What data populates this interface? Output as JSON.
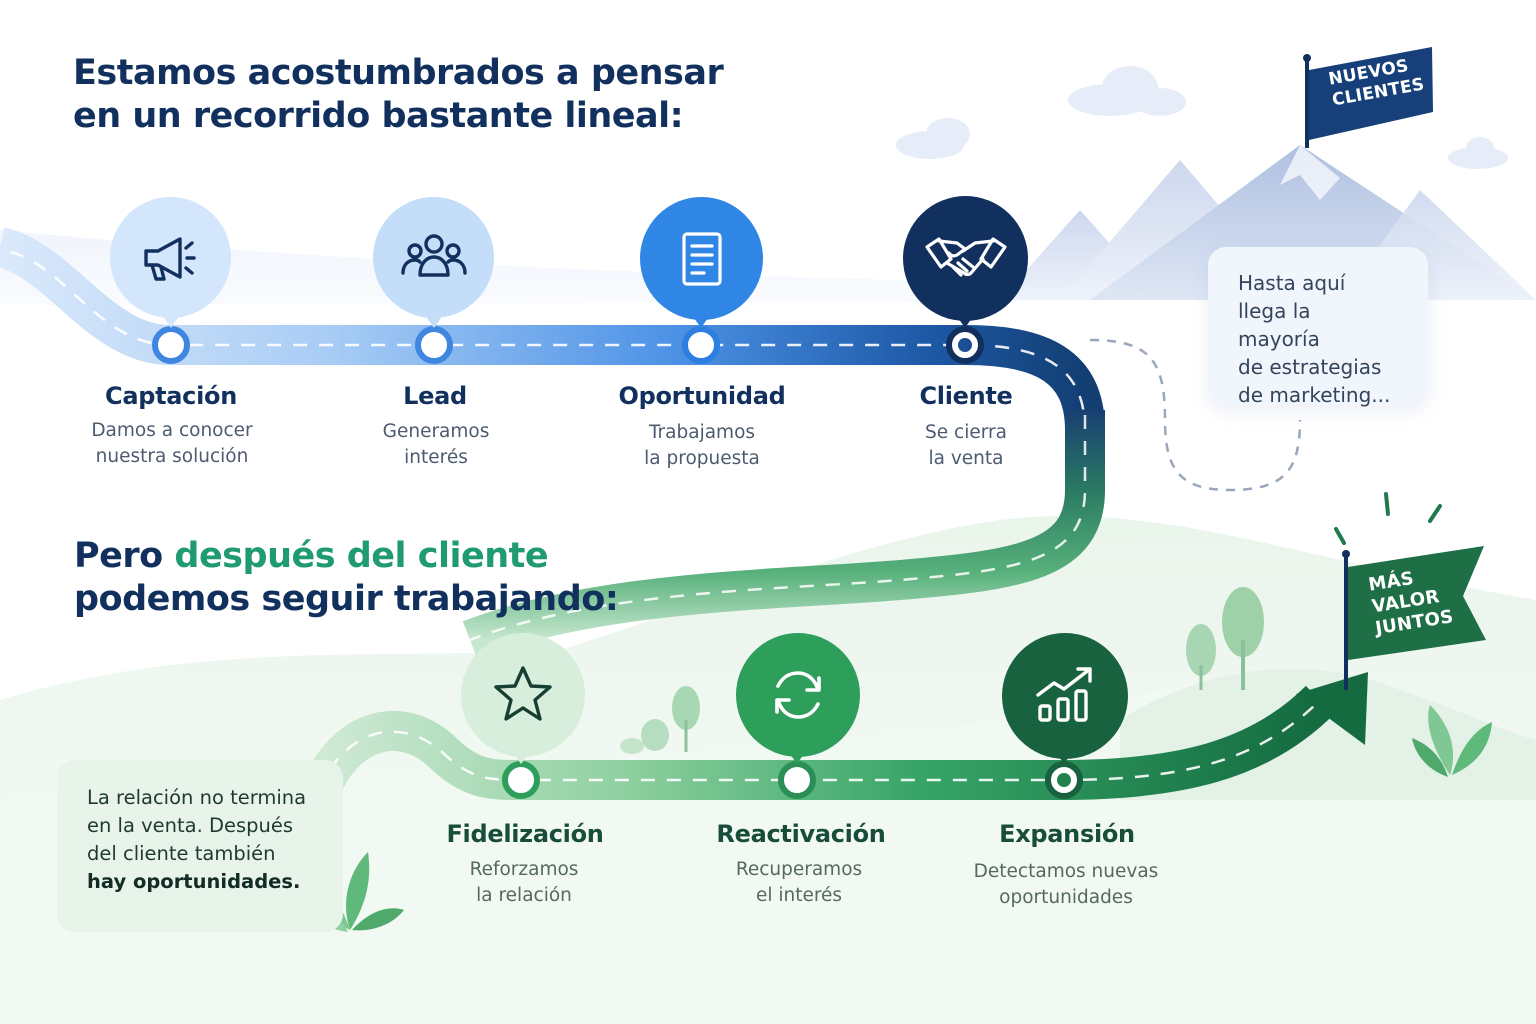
{
  "headlines": {
    "top_line1": "Estamos acostumbrados a pensar",
    "top_line2": "en un recorrido bastante lineal:",
    "bottom_line1_pre": "Pero ",
    "bottom_line1_accent": "después del cliente",
    "bottom_line2": "podemos seguir trabajando:"
  },
  "colors": {
    "navy": "#12305e",
    "blue_light": "#d3e6fb",
    "blue_mid": "#2f86e5",
    "green_light": "#d8eedc",
    "green_mid": "#2e9e5b",
    "green_dark": "#18623f"
  },
  "top_steps": [
    {
      "title": "Captación",
      "desc1": "Damos a conocer",
      "desc2": "nuestra solución",
      "icon": "megaphone-icon"
    },
    {
      "title": "Lead",
      "desc1": "Generamos",
      "desc2": "interés",
      "icon": "people-icon"
    },
    {
      "title": "Oportunidad",
      "desc1": "Trabajamos",
      "desc2": "la propuesta",
      "icon": "document-icon"
    },
    {
      "title": "Cliente",
      "desc1": "Se cierra",
      "desc2": "la venta",
      "icon": "handshake-icon"
    }
  ],
  "bottom_steps": [
    {
      "title": "Fidelización",
      "desc1": "Reforzamos",
      "desc2": "la relación",
      "icon": "star-icon"
    },
    {
      "title": "Reactivación",
      "desc1": "Recuperamos",
      "desc2": "el interés",
      "icon": "refresh-icon"
    },
    {
      "title": "Expansión",
      "desc1": "Detectamos nuevas",
      "desc2": "oportunidades",
      "icon": "growth-chart-icon"
    }
  ],
  "notes": {
    "marketing": [
      "Hasta aquí",
      "llega la mayoría",
      "de estrategias",
      "de marketing..."
    ],
    "relation": {
      "line1": "La relación no termina",
      "line2": "en la venta. Después",
      "line3": "del cliente también",
      "strong": "hay oportunidades."
    }
  },
  "flags": {
    "new_clients": [
      "NUEVOS",
      "CLIENTES"
    ],
    "more_value": [
      "MÁS",
      "VALOR",
      "JUNTOS"
    ]
  }
}
